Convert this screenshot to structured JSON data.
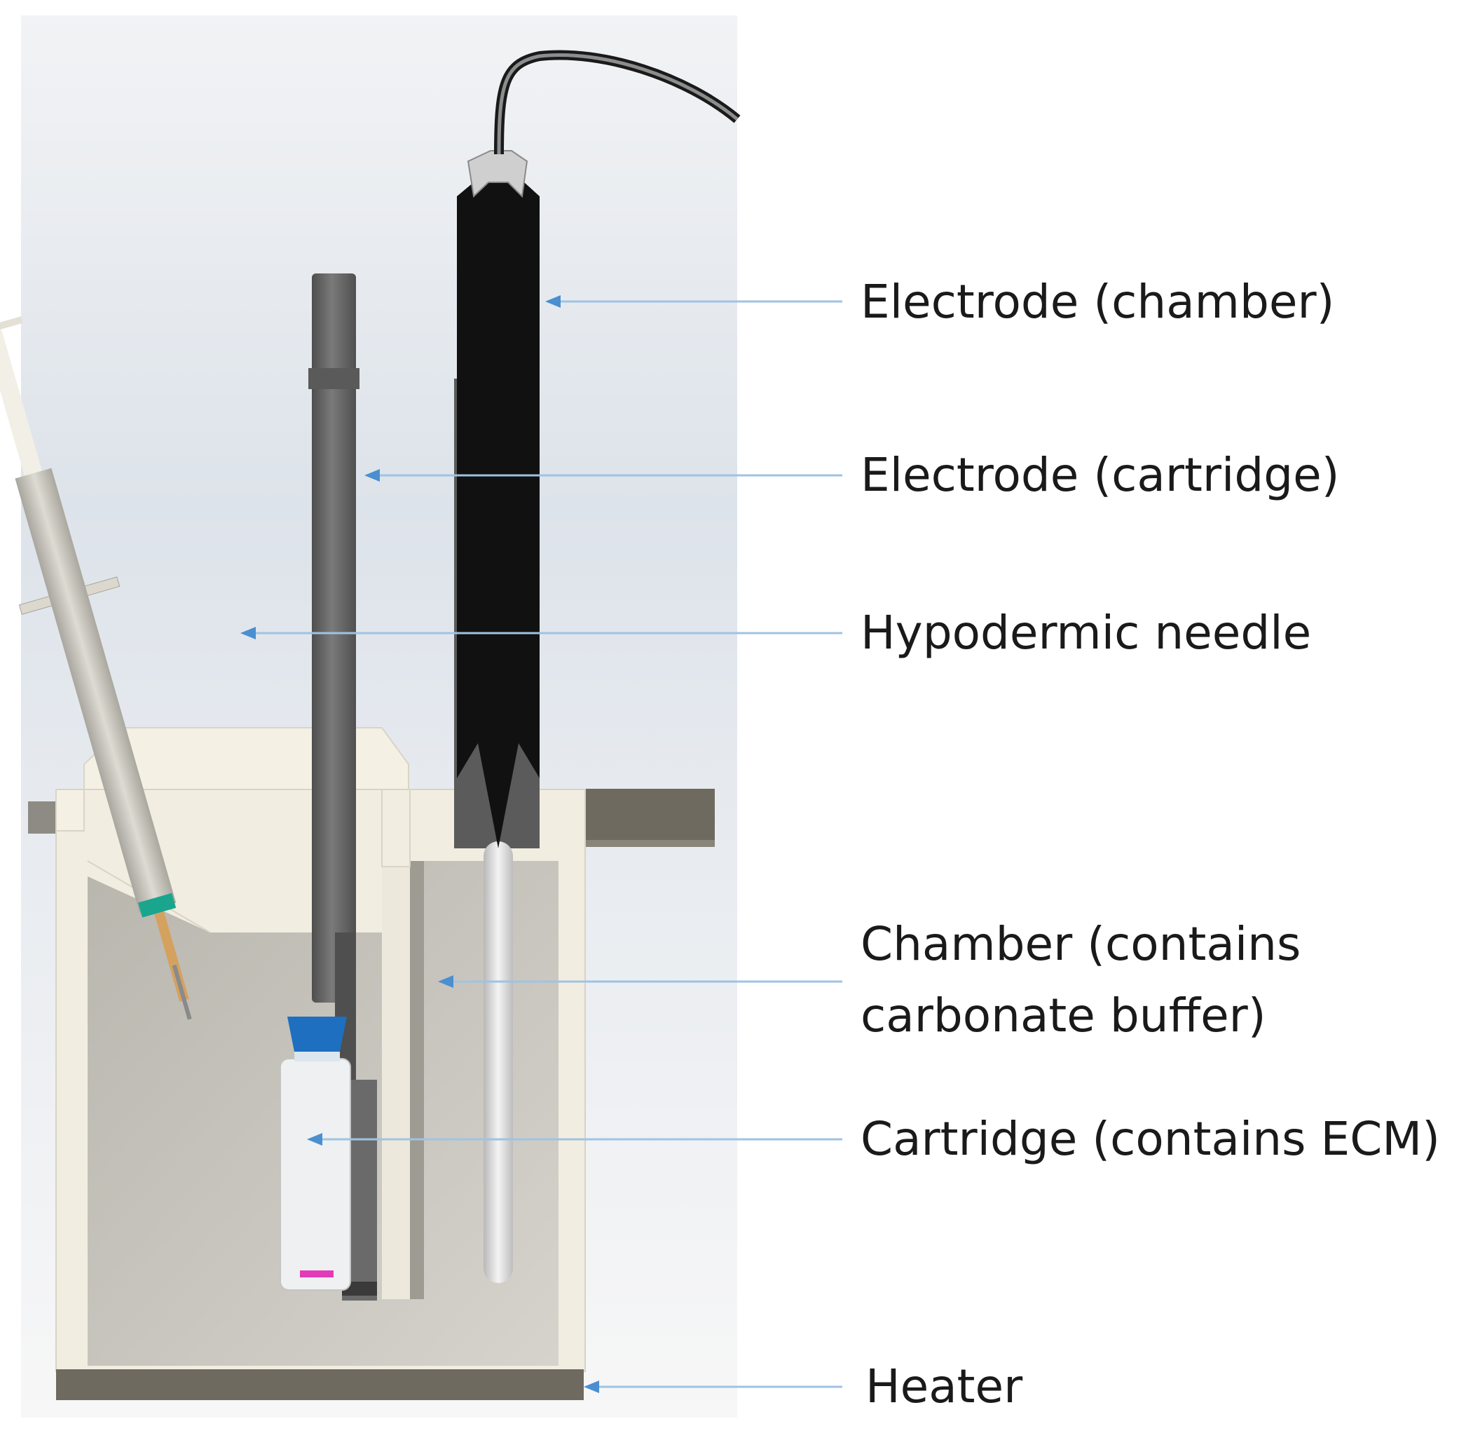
{
  "labels": {
    "electrode_chamber": "Electrode (chamber)",
    "electrode_cartridge": "Electrode (cartridge)",
    "hypodermic_needle": "Hypodermic needle",
    "chamber_line1": "Chamber (contains",
    "chamber_line2": "carbonate buffer)",
    "cartridge": "Cartridge (contains ECM)",
    "heater": "Heater"
  },
  "colors": {
    "leader_line": "#9fc3e3",
    "arrow_head": "#4a8fd0",
    "chamber_wall": "#f1ede0",
    "chamber_interior": "#c6c3bb",
    "heater_plate": "#6f6a5f",
    "electrode_body": "#121212",
    "electrode_rod": "#606060",
    "syringe_barrel": "#c9c6be",
    "vial_cap": "#1e6fc0",
    "needle_hub": "#1aa58e",
    "vial_bottom": "#e23ab8"
  },
  "icons": {
    "arrow": "arrow-left-icon"
  }
}
